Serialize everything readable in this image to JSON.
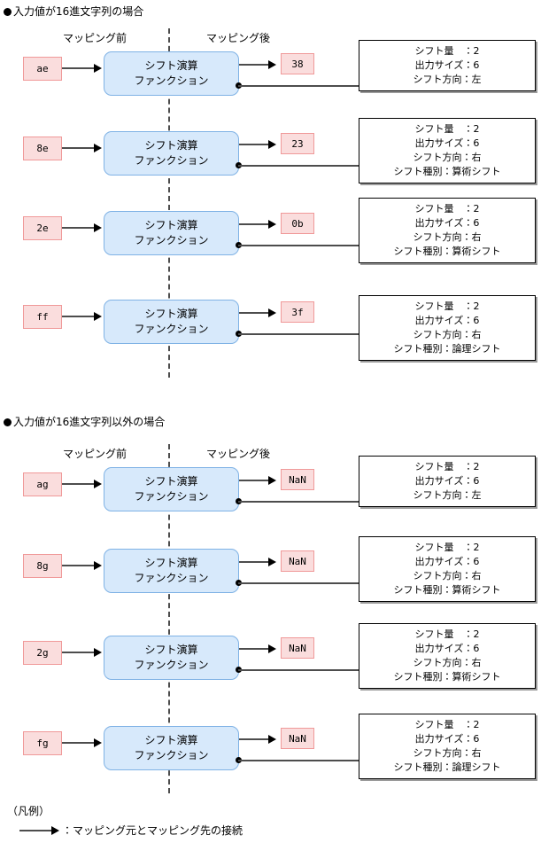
{
  "sections": [
    {
      "heading": "入力値が16進文字列の場合",
      "caption_before": "マッピング前",
      "caption_after": "マッピング後",
      "function_label_line1": "シフト演算",
      "function_label_line2": "ファンクション",
      "rows": [
        {
          "input": "ae",
          "output": "38",
          "note": [
            "シフト量　：2",
            "出力サイズ：6",
            "シフト方向：左"
          ]
        },
        {
          "input": "8e",
          "output": "23",
          "note": [
            "シフト量　：2",
            "出力サイズ：6",
            "シフト方向：右",
            "シフト種別：算術シフト"
          ]
        },
        {
          "input": "2e",
          "output": "0b",
          "note": [
            "シフト量　：2",
            "出力サイズ：6",
            "シフト方向：右",
            "シフト種別：算術シフト"
          ]
        },
        {
          "input": "ff",
          "output": "3f",
          "note": [
            "シフト量　：2",
            "出力サイズ：6",
            "シフト方向：右",
            "シフト種別：論理シフト"
          ]
        }
      ]
    },
    {
      "heading": "入力値が16進文字列以外の場合",
      "caption_before": "マッピング前",
      "caption_after": "マッピング後",
      "function_label_line1": "シフト演算",
      "function_label_line2": "ファンクション",
      "rows": [
        {
          "input": "ag",
          "output": "NaN",
          "note": [
            "シフト量　：2",
            "出力サイズ：6",
            "シフト方向：左"
          ]
        },
        {
          "input": "8g",
          "output": "NaN",
          "note": [
            "シフト量　：2",
            "出力サイズ：6",
            "シフト方向：右",
            "シフト種別：算術シフト"
          ]
        },
        {
          "input": "2g",
          "output": "NaN",
          "note": [
            "シフト量　：2",
            "出力サイズ：6",
            "シフト方向：右",
            "シフト種別：算術シフト"
          ]
        },
        {
          "input": "fg",
          "output": "NaN",
          "note": [
            "シフト量　：2",
            "出力サイズ：6",
            "シフト方向：右",
            "シフト種別：論理シフト"
          ]
        }
      ]
    }
  ],
  "legend": {
    "title": "（凡例）",
    "arrow_description": "：マッピング元とマッピング先の接続"
  },
  "colors": {
    "chip_fill": "#fadddd",
    "chip_border": "#f09999",
    "function_fill": "#d7e9fb",
    "function_border": "#7fb2e5",
    "connector": "#4d4d4d",
    "divider": "#4d4d4d",
    "note_border": "#000000"
  }
}
